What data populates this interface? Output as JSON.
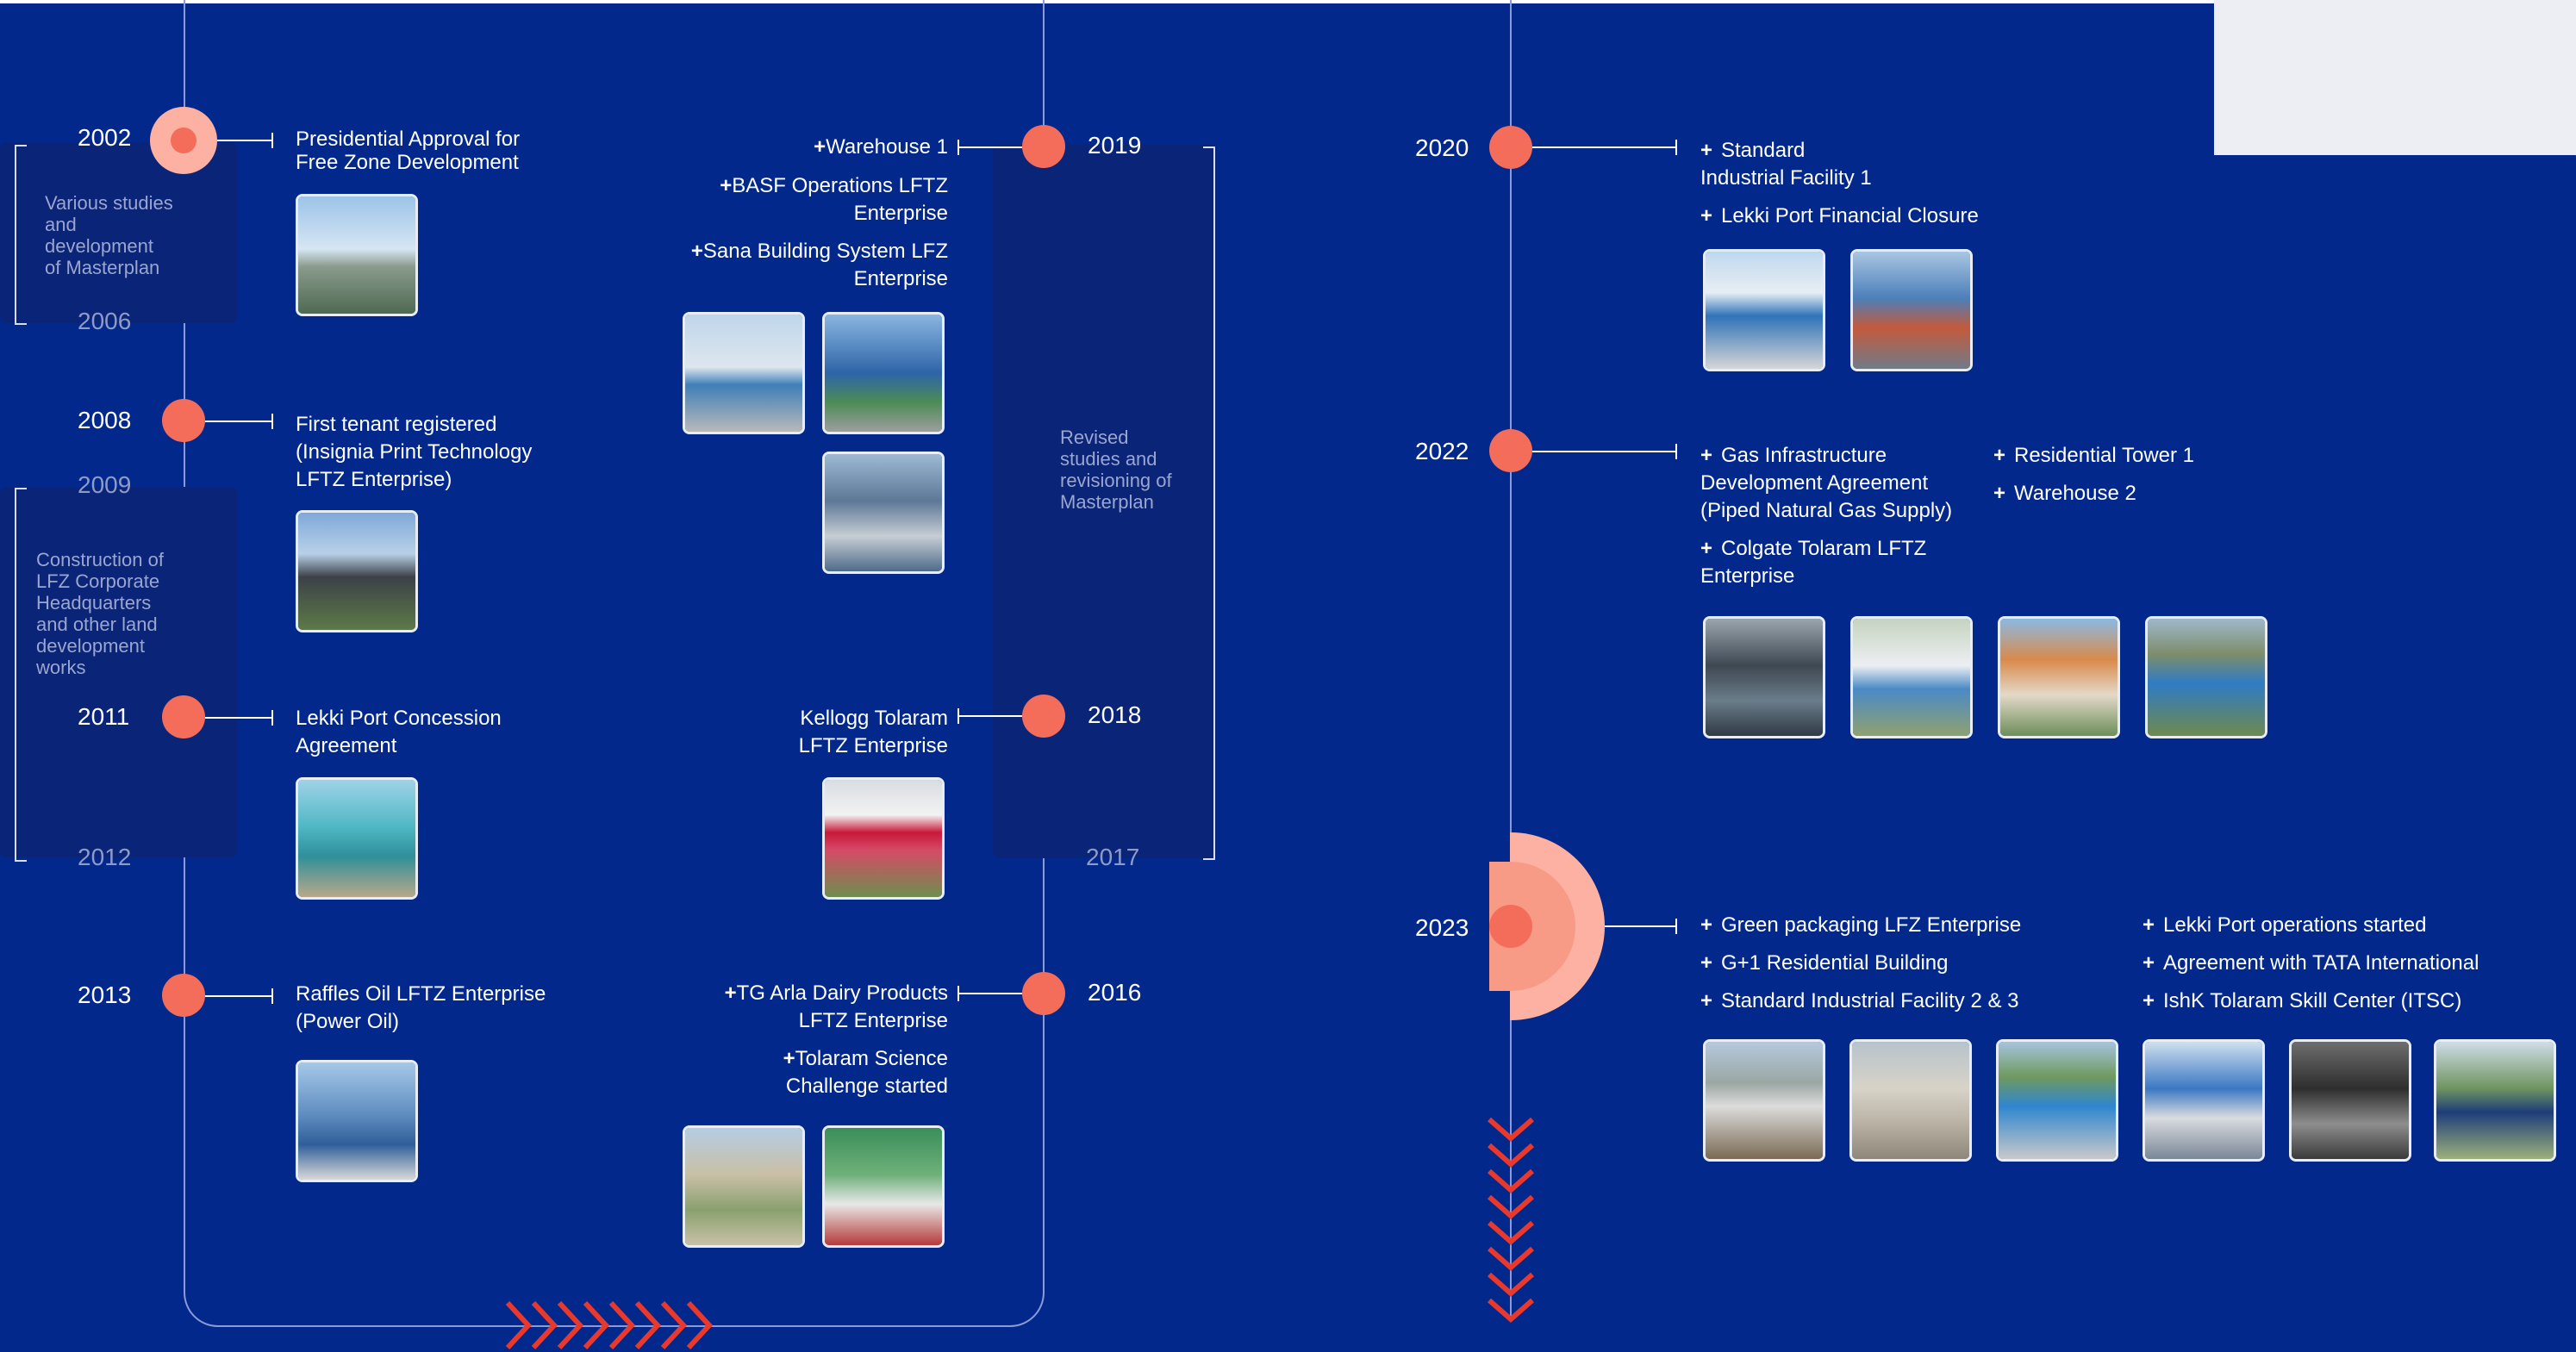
{
  "colors": {
    "background": "#02288C",
    "panel": "#0A2478",
    "accent": "#F46D5B",
    "accent_light": "#FDB1A2",
    "line": "#8A9BD8",
    "arrow": "#E8392C",
    "text": "#FFFFFF",
    "text_dim": "#8E9BC9"
  },
  "timeline": {
    "y2002": "2002",
    "y2006": "2006",
    "y2008": "2008",
    "y2009": "2009",
    "y2011": "2011",
    "y2012": "2012",
    "y2013": "2013",
    "y2016": "2016",
    "y2017": "2017",
    "y2018": "2018",
    "y2019": "2019",
    "y2020": "2020",
    "y2022": "2022",
    "y2023": "2023",
    "ranges": {
      "r2002_2006": "Various studies and development of Masterplan",
      "r2009_2012": "Construction of LFZ Corporate Headquarters and other land development works",
      "r2017_2019": "Revised studies and revisioning of Masterplan"
    },
    "events": {
      "e2002": "Presidential Approval for Free Zone Development",
      "e2008": "First tenant registered (Insignia Print Technology LFTZ Enterprise)",
      "e2011": "Lekki Port Concession Agreement",
      "e2013": "Raffles Oil LFTZ Enterprise (Power Oil)",
      "e2016": [
        "TG Arla Dairy Products LFTZ Enterprise",
        "Tolaram Science Challenge started"
      ],
      "e2018": "Kellogg Tolaram LFTZ Enterprise",
      "e2019": [
        "Warehouse 1",
        "BASF Operations LFTZ Enterprise",
        "Sana Building System LFZ Enterprise"
      ],
      "e2020": [
        "Standard Industrial Facility 1",
        "Lekki Port Financial Closure"
      ],
      "e2022": [
        "Gas Infrastructure Development Agreement (Piped Natural Gas Supply)",
        "Colgate Tolaram LFTZ Enterprise",
        "Residential Tower 1",
        "Warehouse 2"
      ],
      "e2023": [
        "Green packaging LFZ Enterprise",
        "G+1 Residential Building",
        "Standard Industrial Facility 2 & 3",
        "Lekki Port operations started",
        "Agreement with TATA International",
        "IshK Tolaram Skill Center (ITSC)"
      ]
    },
    "bullet": "+"
  }
}
